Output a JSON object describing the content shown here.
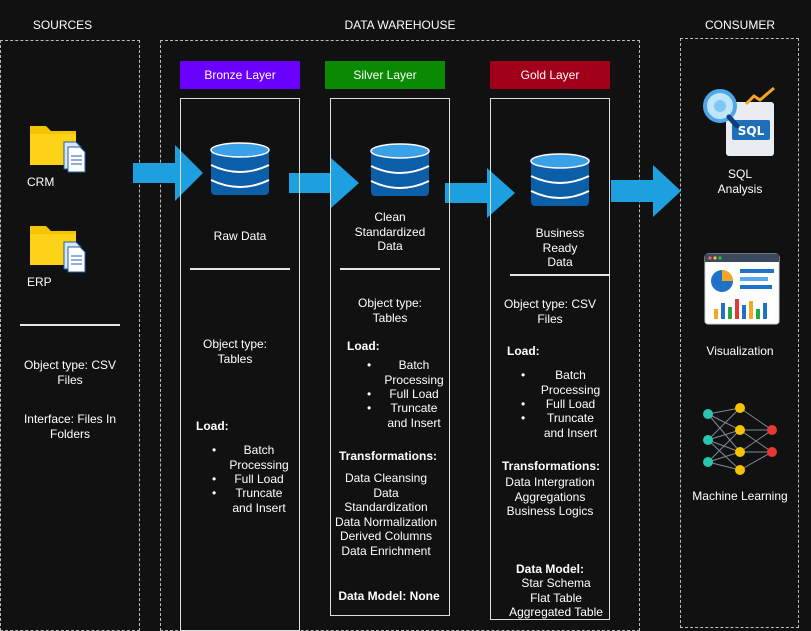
{
  "headers": {
    "sources": "SOURCES",
    "warehouse": "DATA WAREHOUSE",
    "consumer": "CONSUMER"
  },
  "sources": {
    "crm": "CRM",
    "erp": "ERP",
    "object_type": [
      "Object type: CSV",
      "Files"
    ],
    "interface": [
      "Interface: Files In",
      "Folders"
    ]
  },
  "bronze": {
    "label": "Bronze Layer",
    "color": "#6a00ff",
    "title": "Raw Data",
    "object_type": [
      "Object type:",
      "Tables"
    ],
    "load_title": "Load:",
    "load_items": [
      [
        "Batch",
        "Processing"
      ],
      [
        "Full Load"
      ],
      [
        "Truncate",
        "and Insert"
      ]
    ]
  },
  "silver": {
    "label": "Silver Layer",
    "color": "#0a8a00",
    "title": [
      "Clean",
      "Standardized",
      "Data"
    ],
    "object_type": [
      "Object type:",
      "Tables"
    ],
    "load_title": "Load:",
    "load_items": [
      [
        "Batch",
        "Processing"
      ],
      [
        "Full Load"
      ],
      [
        "Truncate",
        "and Insert"
      ]
    ],
    "transform_title": "Transformations:",
    "transform_items": [
      "Data Cleansing",
      "Data",
      "Standardization",
      "Data Normalization",
      "Derived Columns",
      "Data Enrichment"
    ],
    "data_model": "Data Model: None"
  },
  "gold": {
    "label": "Gold  Layer",
    "color": "#a2001a",
    "title": [
      "Business",
      "Ready",
      "Data"
    ],
    "object_type": [
      "Object type: CSV",
      "Files"
    ],
    "load_title": "Load:",
    "load_items": [
      [
        "Batch",
        "Processing"
      ],
      [
        "Full Load"
      ],
      [
        "Truncate",
        "and Insert"
      ]
    ],
    "transform_title": "Transformations:",
    "transform_items": [
      "Data Intergration",
      "Aggregations",
      "Business Logics"
    ],
    "data_model_title": "Data Model:",
    "data_model_items": [
      "Star Schema",
      "Flat Table",
      "Aggregated Table"
    ]
  },
  "consumer": {
    "sql": [
      "SQL",
      "Analysis"
    ],
    "sql_badge": "SQL",
    "visualization": "Visualization",
    "ml": "Machine Learning"
  },
  "colors": {
    "arrow": "#1ea0e0",
    "db_top": "#3aa0e8",
    "db_body": "#0b5ea8",
    "folder": "#f5c400"
  },
  "icons": [
    "folder-doc-icon",
    "database-icon",
    "right-arrow-icon",
    "sql-magnifier-icon",
    "dashboard-icon",
    "network-icon"
  ]
}
